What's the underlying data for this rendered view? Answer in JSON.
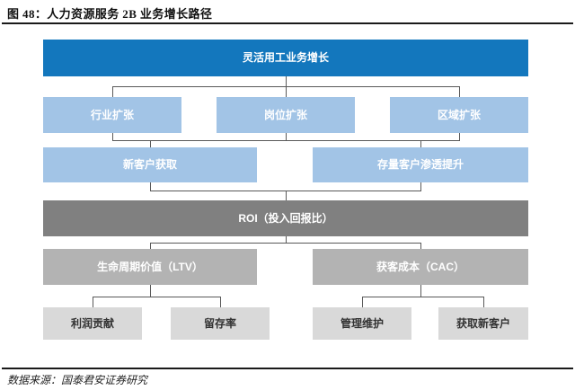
{
  "header": {
    "figure_label": "图 48：人力资源服务 2B 业务增长路径"
  },
  "footer": {
    "source": "数据来源：国泰君安证券研究"
  },
  "colors": {
    "primary_blue": "#1377bd",
    "light_blue": "#a2c4e6",
    "dark_gray": "#808080",
    "medium_gray": "#b3b3b3",
    "light_gray": "#d9d9d9",
    "connector": "#595959",
    "rule_black": "#1a1a1a"
  },
  "diagram": {
    "root": "灵活用工业务增长",
    "level2": [
      "行业扩张",
      "岗位扩张",
      "区域扩张"
    ],
    "level3": [
      "新客户获取",
      "存量客户渗透提升"
    ],
    "roi": "ROI（投入回报比）",
    "level5": [
      "生命周期价值（LTV）",
      "获客成本（CAC）"
    ],
    "level6": [
      "利润贡献",
      "留存率",
      "管理维护",
      "获取新客户"
    ]
  }
}
